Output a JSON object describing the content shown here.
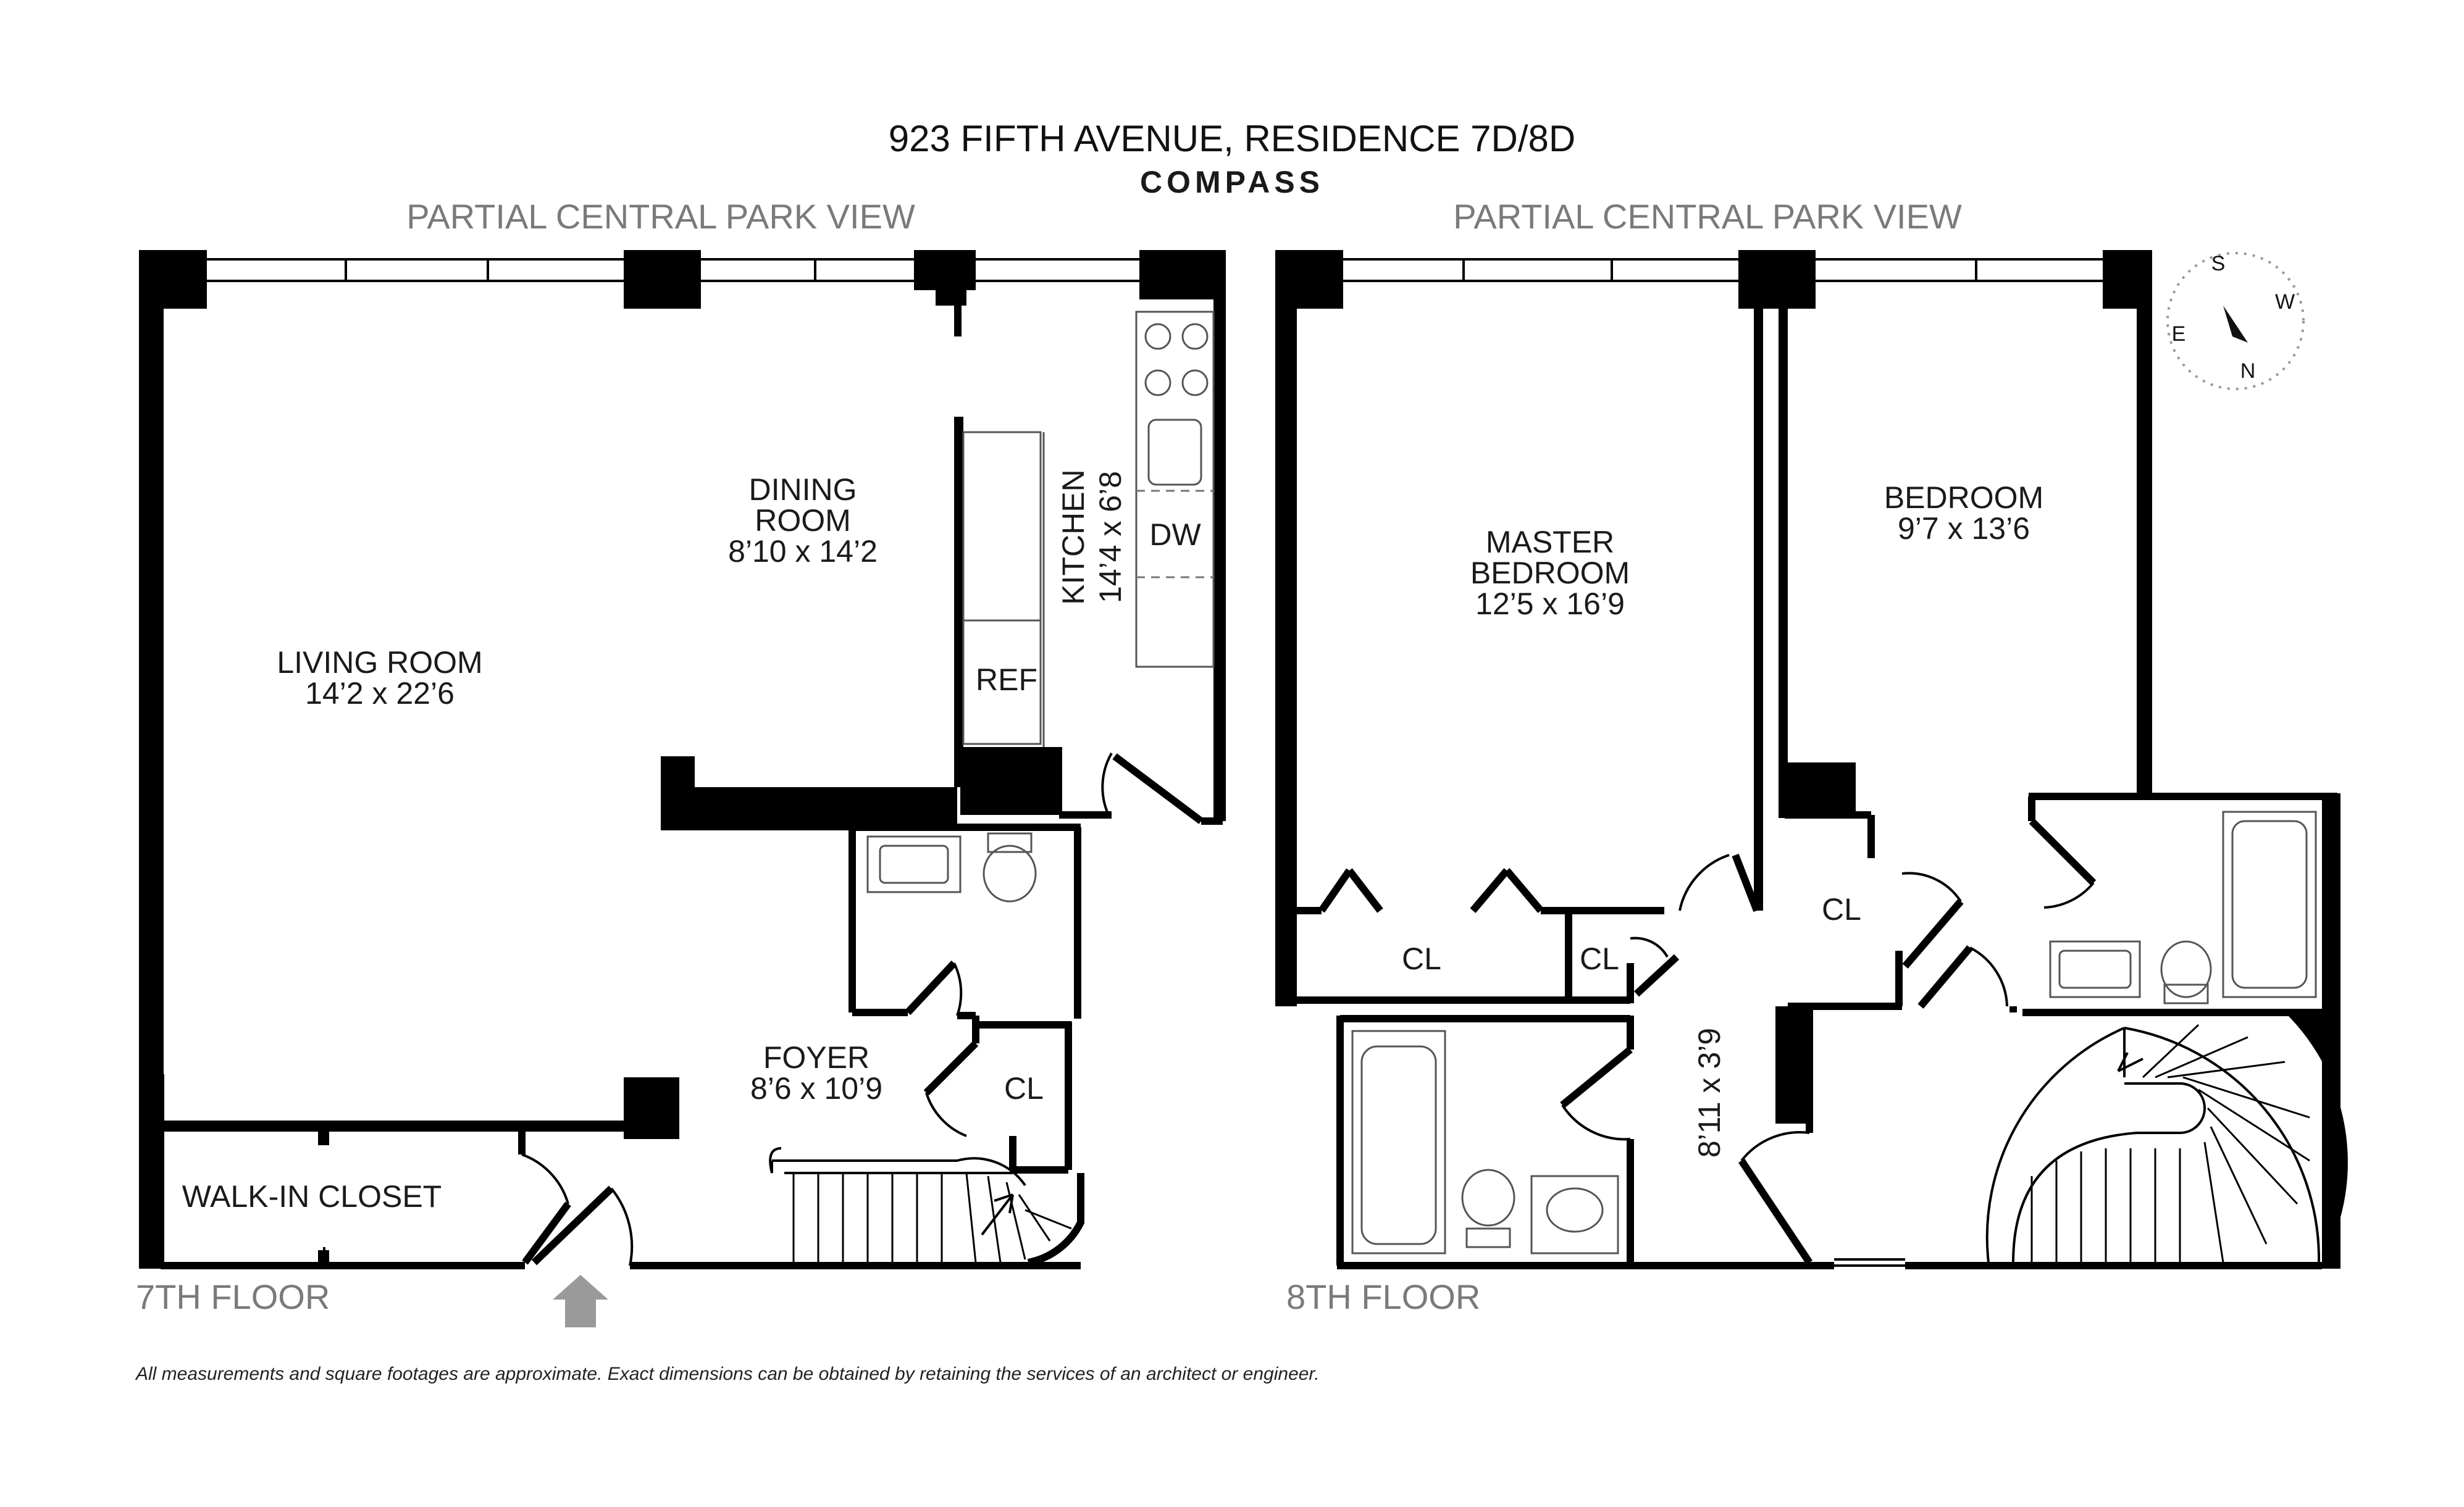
{
  "header": {
    "title": "923 FIFTH AVENUE, RESIDENCE 7D/8D",
    "brand": "COMPASS"
  },
  "floor7": {
    "view_label": "PARTIAL CENTRAL PARK VIEW",
    "floor_label": "7TH FLOOR",
    "living_room": {
      "name": "LIVING ROOM",
      "dims": "14’2 x 22’6"
    },
    "dining_room": {
      "name_line1": "DINING",
      "name_line2": "ROOM",
      "dims": "8’10 x 14’2"
    },
    "kitchen": {
      "name": "KITCHEN",
      "dims": "14’4 x 6’8"
    },
    "dw": "DW",
    "ref": "REF",
    "foyer": {
      "name": "FOYER",
      "dims": "8’6 x 10’9"
    },
    "closet": "CL",
    "walk_in_closet": "WALK-IN CLOSET"
  },
  "floor8": {
    "view_label": "PARTIAL CENTRAL PARK VIEW",
    "floor_label": "8TH FLOOR",
    "master_bedroom": {
      "name_line1": "MASTER",
      "name_line2": "BEDROOM",
      "dims": "12’5 x 16’9"
    },
    "bedroom": {
      "name": "BEDROOM",
      "dims": "9’7 x 13’6"
    },
    "closet_master": "CL",
    "closet_small": "CL",
    "closet_bedroom": "CL",
    "hall_dims": "8’11 x 3’9"
  },
  "compass": {
    "s": "S",
    "w": "W",
    "e": "E",
    "n": "N"
  },
  "footer": {
    "disclaimer": "All measurements and square footages are approximate. Exact dimensions can be obtained by retaining the services of an architect or engineer."
  }
}
